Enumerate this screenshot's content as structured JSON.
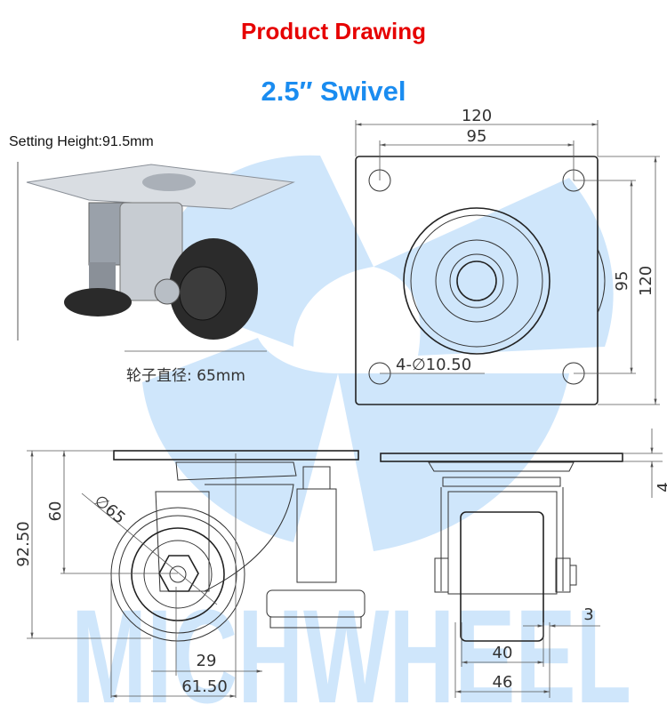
{
  "header": {
    "title": "Product Drawing",
    "subtitle": "2.5″ Swivel",
    "title_color": "#e60000",
    "subtitle_color": "#1a8cf0"
  },
  "photo": {
    "setting_height": "Setting Height:91.5mm",
    "wheel_diameter": "轮子直径: 65mm"
  },
  "top_view": {
    "width_outer": "120",
    "width_holes": "95",
    "height_holes": "95",
    "height_outer": "120",
    "holes": "4-∅10.50"
  },
  "side_view": {
    "total_height": "92.50",
    "axle_height": "60",
    "wheel_dia": "∅65",
    "offset": "29",
    "depth": "61.50"
  },
  "front_view": {
    "plate_thickness": "4",
    "gap": "3",
    "wheel_width": "40",
    "fork_width": "46"
  },
  "watermark": {
    "text": "MICHWHEEL",
    "color": "#cfe6fb"
  }
}
